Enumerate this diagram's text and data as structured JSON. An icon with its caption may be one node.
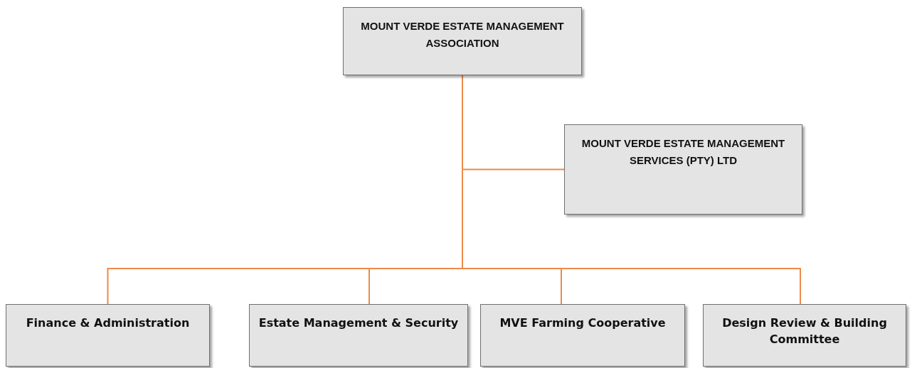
{
  "diagram": {
    "nodes": [
      {
        "text": [
          "MOUNT VERDE ESTATE MANAGEMENT ASSOCIATION"
        ]
      },
      {
        "text": [
          "MOUNT VERDE ESTATE MANAGEMENT SERVICES (PTY) LTD"
        ]
      },
      {
        "text": [
          "Finance & Administration"
        ]
      },
      {
        "text": [
          "Estate Management & Security"
        ]
      },
      {
        "text": [
          "MVE Farming Cooperative"
        ]
      },
      {
        "text": [
          "Design Review & Building Committee"
        ]
      }
    ],
    "edges": [
      {
        "from": 0,
        "to": 1,
        "arrow": "none"
      },
      {
        "from": 0,
        "to": 2,
        "arrow": "none"
      },
      {
        "from": 0,
        "to": 3,
        "arrow": "none"
      },
      {
        "from": 0,
        "to": 4,
        "arrow": "none"
      },
      {
        "from": 0,
        "to": 5,
        "arrow": "none"
      }
    ]
  }
}
